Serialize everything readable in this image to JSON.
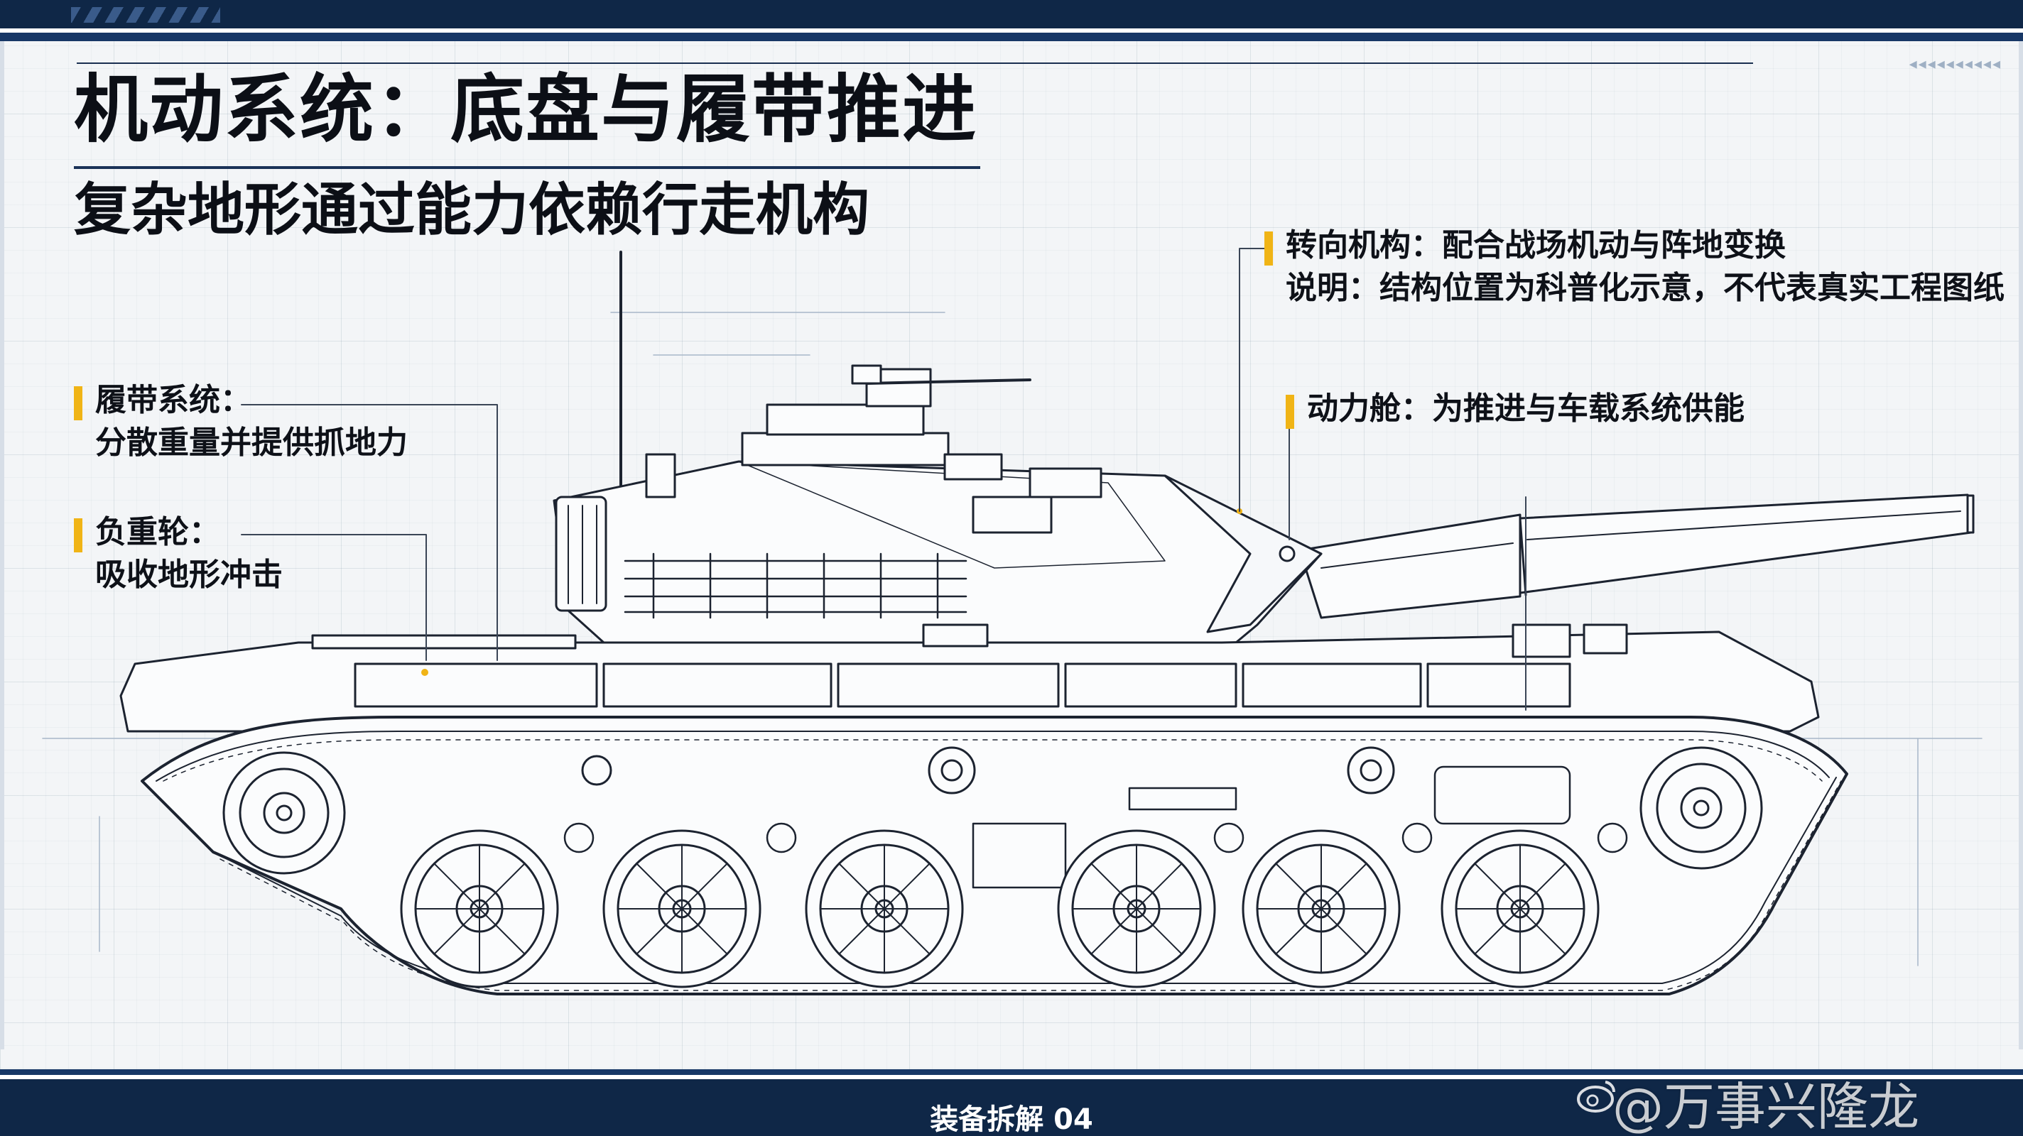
{
  "header": {
    "title": "机动系统：底盘与履带推进",
    "subtitle": "复杂地形通过能力依赖行走机构"
  },
  "callouts": {
    "track": {
      "line1": "履带系统：",
      "line2": "分散重量并提供抓地力"
    },
    "roadwheel": {
      "line1": "负重轮：",
      "line2": "吸收地形冲击"
    },
    "steering": {
      "line1": "转向机构：配合战场机动与阵地变换",
      "line2": "说明：结构位置为科普化示意，不代表真实工程图纸"
    },
    "powerpack": {
      "line1": "动力舱：为推进与车载系统供能"
    }
  },
  "footer": {
    "label": "装备拆解 04"
  },
  "watermark": {
    "text": "@万事兴隆龙"
  },
  "colors": {
    "navy": "#0f2747",
    "accent": "#f0b416",
    "ink": "#0c0f16"
  },
  "icons": {
    "weibo": "weibo-logo-icon"
  }
}
